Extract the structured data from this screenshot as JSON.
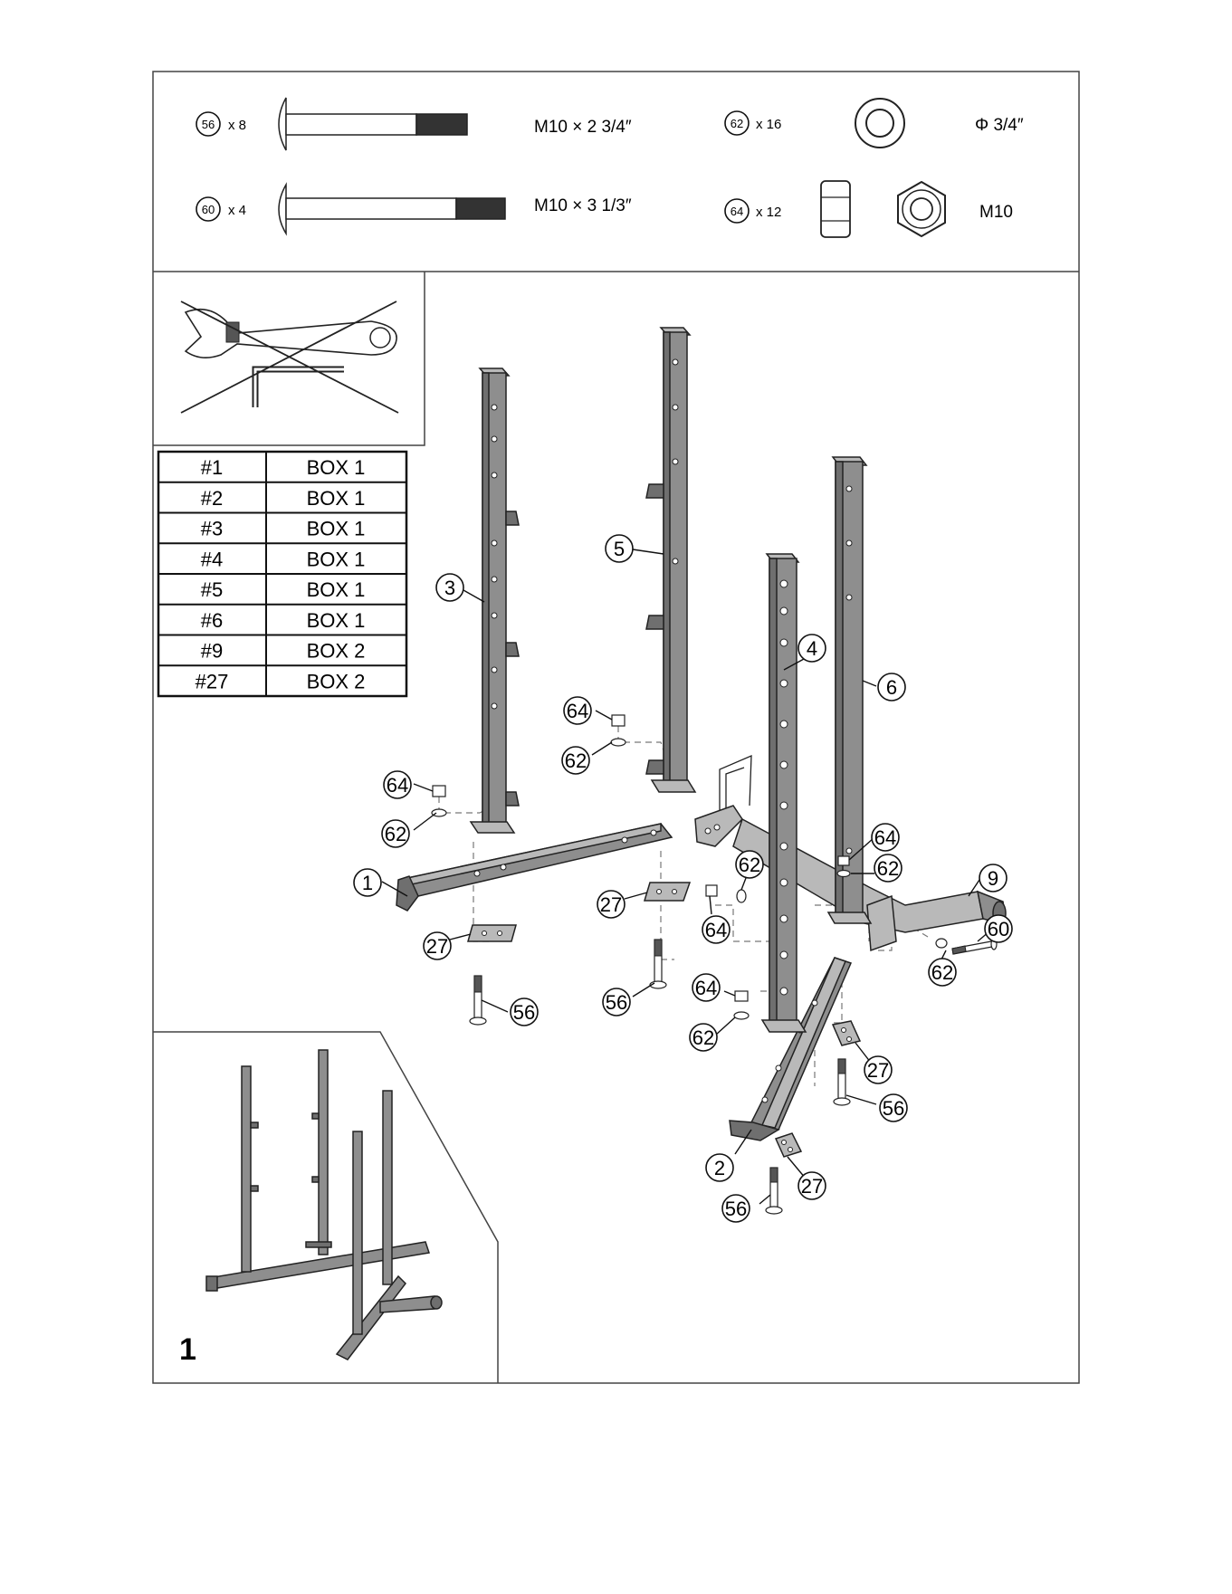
{
  "hardware": [
    {
      "part": "56",
      "qty": "x 8",
      "spec": "M10 ×  2 3/4″"
    },
    {
      "part": "60",
      "qty": "x 4",
      "spec": "M10 × 3 1/3″"
    },
    {
      "part": "62",
      "qty": "x 16",
      "spec": "Φ 3/4″"
    },
    {
      "part": "64",
      "qty": "x 12",
      "spec": "M10"
    }
  ],
  "box_table": [
    {
      "part": "#1",
      "box": "BOX 1"
    },
    {
      "part": "#2",
      "box": "BOX 1"
    },
    {
      "part": "#3",
      "box": "BOX 1"
    },
    {
      "part": "#4",
      "box": "BOX 1"
    },
    {
      "part": "#5",
      "box": "BOX 1"
    },
    {
      "part": "#6",
      "box": "BOX 1"
    },
    {
      "part": "#9",
      "box": "BOX 2"
    },
    {
      "part": "#27",
      "box": "BOX 2"
    }
  ],
  "callouts": [
    "1",
    "2",
    "3",
    "4",
    "5",
    "6",
    "9",
    "27",
    "27",
    "27",
    "27",
    "56",
    "56",
    "56",
    "56",
    "60",
    "62",
    "62",
    "62",
    "62",
    "62",
    "62",
    "64",
    "64",
    "64",
    "64",
    "64"
  ],
  "step_number": "1",
  "icons": [
    "wrench-icon",
    "hex-key-icon",
    "carriage-bolt-icon",
    "washer-icon",
    "hex-nut-icon"
  ]
}
